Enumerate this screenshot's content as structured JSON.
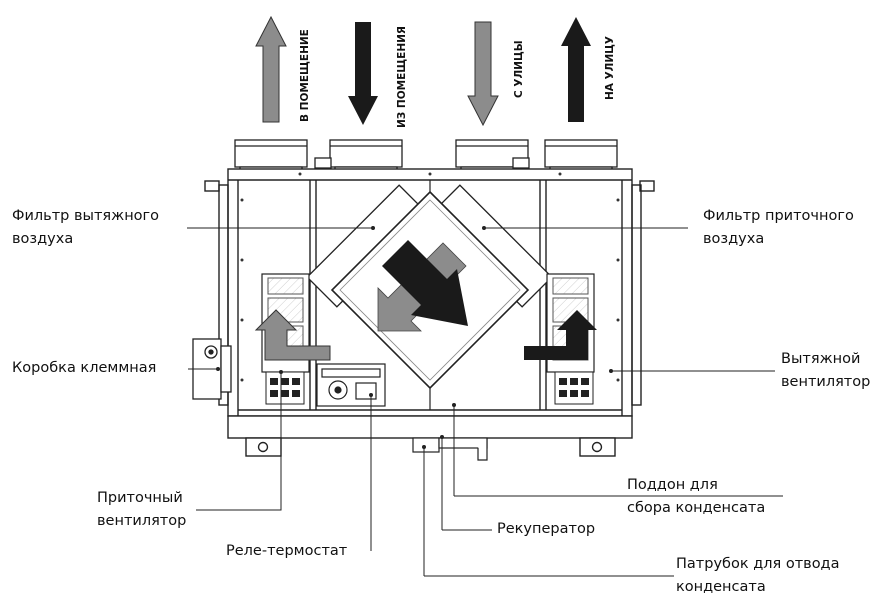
{
  "flows": [
    {
      "text": "В ПОМЕЩЕНИЕ",
      "direction": "up",
      "color": "#8c8c8c"
    },
    {
      "text": "ИЗ ПОМЕЩЕНИЯ",
      "direction": "down",
      "color": "#1a1a1a"
    },
    {
      "text": "С УЛИЦЫ",
      "direction": "down",
      "color": "#8c8c8c"
    },
    {
      "text": "НА УЛИЦУ",
      "direction": "up",
      "color": "#1a1a1a"
    }
  ],
  "labels": {
    "exhaust_filter": [
      "Фильтр вытяжного",
      "воздуха"
    ],
    "supply_filter": [
      "Фильтр приточного",
      "воздуха"
    ],
    "terminal_box": [
      "Коробка клеммная"
    ],
    "exhaust_fan": [
      "Вытяжной",
      "вентилятор"
    ],
    "supply_fan": [
      "Приточный",
      "вентилятор"
    ],
    "drain_pan": [
      "Поддон для",
      "сбора конденсата"
    ],
    "recuperator": [
      "Рекуператор"
    ],
    "thermostat_relay": [
      "Реле-термостат"
    ],
    "drain_pipe": [
      "Патрубок для отвода",
      "конденсата"
    ]
  },
  "colors": {
    "supply_air": "#8c8c8c",
    "exhaust_air": "#1a1a1a",
    "outline": "#222222"
  }
}
